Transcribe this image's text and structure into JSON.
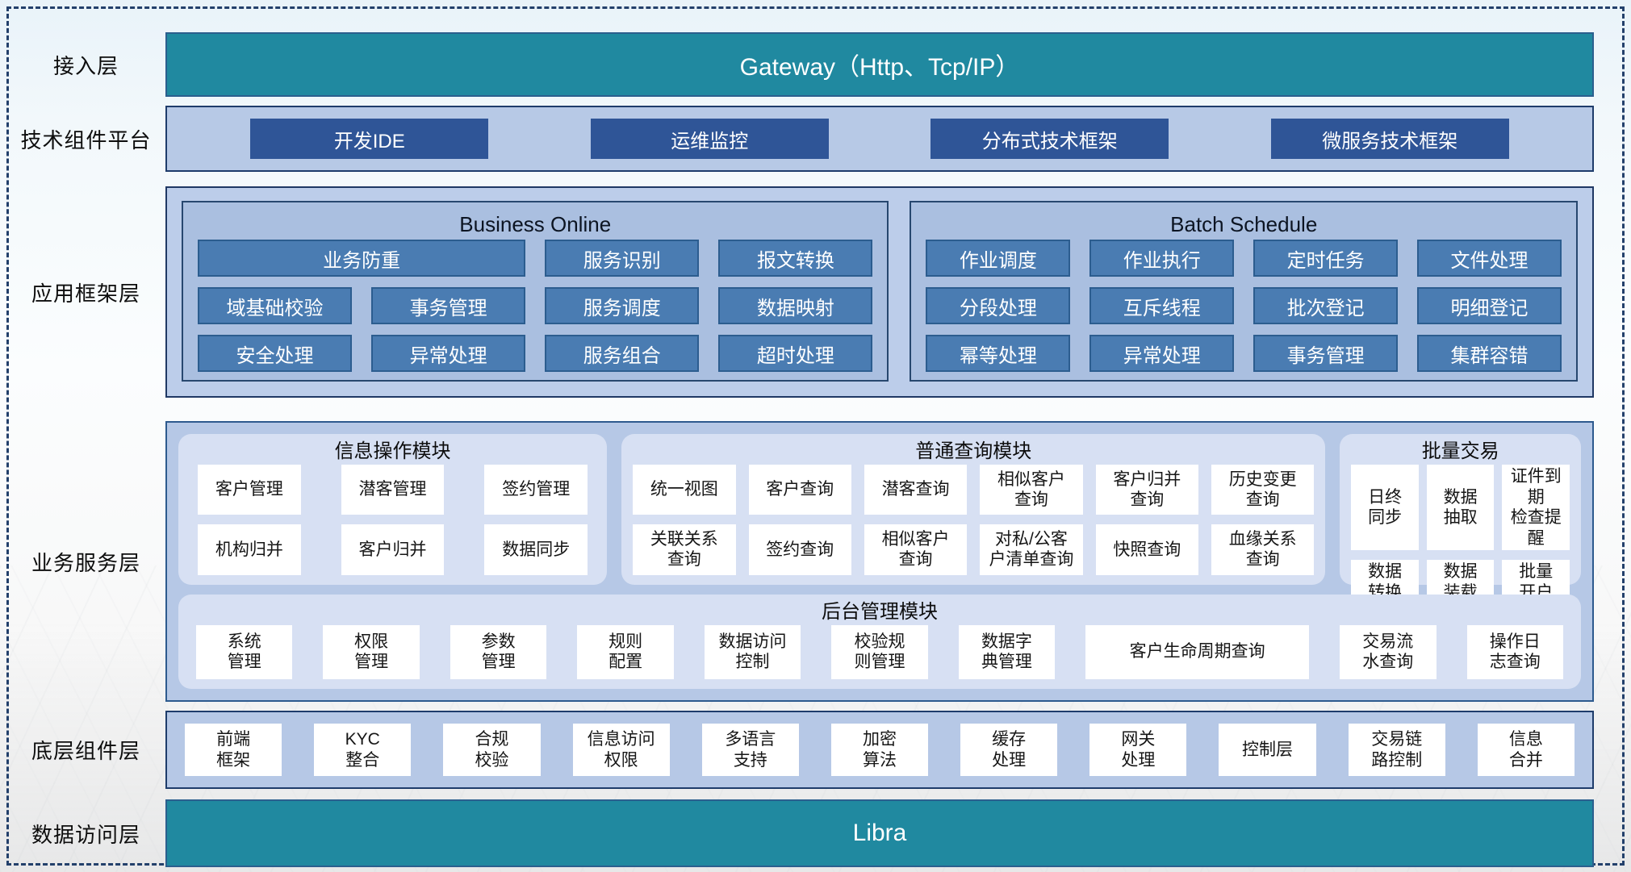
{
  "diagram": {
    "access_layer": {
      "label": "接入层",
      "gateway": "Gateway（Http、Tcp/IP）"
    },
    "tech_platform": {
      "label": "技术组件平台",
      "buttons": [
        "开发IDE",
        "运维监控",
        "分布式技术框架",
        "微服务技术框架"
      ]
    },
    "app_framework": {
      "label": "应用框架层",
      "business_online": {
        "title": "Business Online",
        "cells": [
          "业务防重",
          "服务识别",
          "报文转换",
          "域基础校验",
          "事务管理",
          "服务调度",
          "数据映射",
          "安全处理",
          "异常处理",
          "服务组合",
          "超时处理"
        ]
      },
      "batch_schedule": {
        "title": "Batch Schedule",
        "cells": [
          "作业调度",
          "作业执行",
          "定时任务",
          "文件处理",
          "分段处理",
          "互斥线程",
          "批次登记",
          "明细登记",
          "幂等处理",
          "异常处理",
          "事务管理",
          "集群容错"
        ]
      }
    },
    "business_service": {
      "label": "业务服务层",
      "info_module": {
        "title": "信息操作模块",
        "cells": [
          "客户管理",
          "潜客管理",
          "签约管理",
          "机构归并",
          "客户归并",
          "数据同步"
        ]
      },
      "query_module": {
        "title": "普通查询模块",
        "cells": [
          "统一视图",
          "客户查询",
          "潜客查询",
          "相似客户\n查询",
          "客户归并\n查询",
          "历史变更\n查询",
          "关联关系\n查询",
          "签约查询",
          "相似客户\n查询",
          "对私/公客\n户清单查询",
          "快照查询",
          "血缘关系\n查询"
        ]
      },
      "batch_trade_module": {
        "title": "批量交易",
        "cells": [
          "日终\n同步",
          "数据\n抽取",
          "证件到期\n检查提醒",
          "数据\n转换",
          "数据\n装载",
          "批量\n开户"
        ]
      },
      "admin_module": {
        "title": "后台管理模块",
        "cells": [
          "系统\n管理",
          "权限\n管理",
          "参数\n管理",
          "规则\n配置",
          "数据访问\n控制",
          "校验规\n则管理",
          "数据字\n典管理",
          "客户生命周期查询",
          "交易流\n水查询",
          "操作日\n志查询"
        ]
      }
    },
    "base_components": {
      "label": "底层组件层",
      "cells": [
        "前端\n框架",
        "KYC\n整合",
        "合规\n校验",
        "信息访问\n权限",
        "多语言\n支持",
        "加密\n算法",
        "缓存\n处理",
        "网关\n处理",
        "控制层",
        "交易链\n路控制",
        "信息\n合并"
      ]
    },
    "data_access_layer": {
      "label": "数据访问层",
      "bar": "Libra"
    }
  },
  "colors": {
    "teal_bar": "#2089A0",
    "dark_blue_button": "#2F5597",
    "steel_blue_button": "#4A7CB2",
    "container_blue": "#B6C8E6",
    "panel_blue": "#AABFE0",
    "rounded_panel_blue": "#D7E0F3",
    "border_navy": "#1F3864"
  }
}
